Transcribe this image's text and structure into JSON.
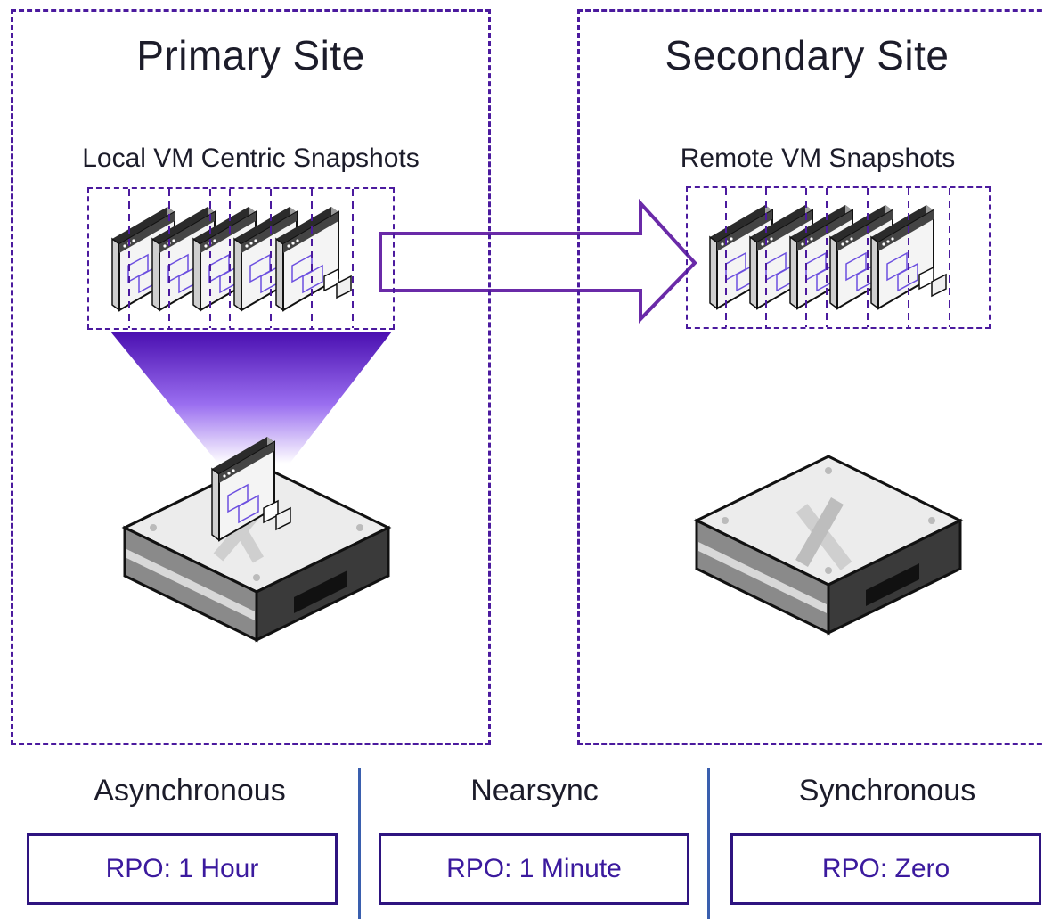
{
  "sites": {
    "primary": {
      "title": "Primary Site",
      "subtitle": "Local VM Centric Snapshots"
    },
    "secondary": {
      "title": "Secondary Site",
      "subtitle": "Remote VM Snapshots"
    }
  },
  "replication_modes": [
    {
      "name": "Asynchronous",
      "rpo": "RPO: 1 Hour"
    },
    {
      "name": "Nearsync",
      "rpo": "RPO: 1 Minute"
    },
    {
      "name": "Synchronous",
      "rpo": "RPO: Zero"
    }
  ],
  "colors": {
    "accent": "#4b1a9e",
    "arrow": "#6a2aa8",
    "divider": "#3a5fae"
  },
  "icons": [
    "vm-window-icon",
    "server-node-icon",
    "replication-arrow-icon"
  ]
}
